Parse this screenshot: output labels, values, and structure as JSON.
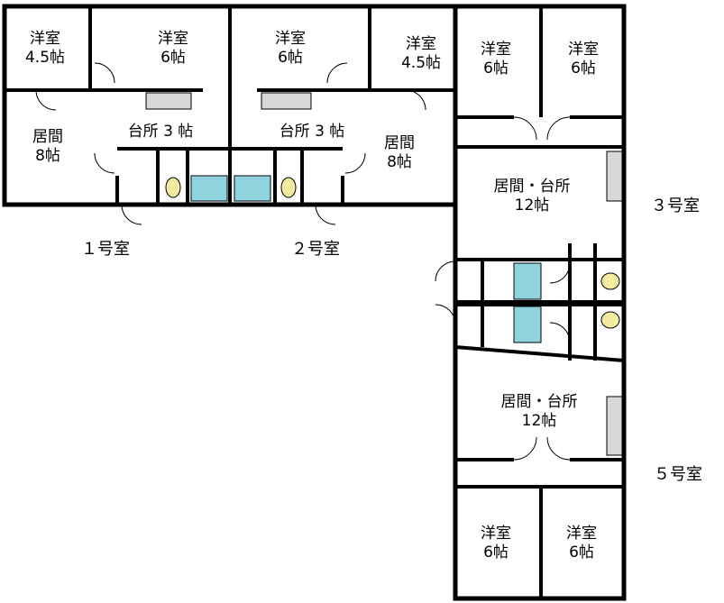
{
  "units": [
    {
      "id": "unit1",
      "label": "１号室"
    },
    {
      "id": "unit2",
      "label": "２号室"
    },
    {
      "id": "unit3",
      "label": "３号室"
    },
    {
      "id": "unit5",
      "label": "５号室"
    }
  ],
  "rooms": [
    {
      "name": "洋室",
      "size": "4.5帖"
    },
    {
      "name": "洋室",
      "size": "6帖"
    },
    {
      "name": "洋室",
      "size": "6帖"
    },
    {
      "name": "洋室",
      "size": "4.5帖"
    },
    {
      "name": "洋室",
      "size": "6帖"
    },
    {
      "name": "洋室",
      "size": "6帖"
    },
    {
      "name": "居間",
      "size": "8帖"
    },
    {
      "name": "台所 3 帖",
      "size": ""
    },
    {
      "name": "台所 3 帖",
      "size": ""
    },
    {
      "name": "居間",
      "size": "8帖"
    },
    {
      "name": "居間・台所",
      "size": "12帖"
    },
    {
      "name": "居間・台所",
      "size": "12帖"
    },
    {
      "name": "洋室",
      "size": "6帖"
    },
    {
      "name": "洋室",
      "size": "6帖"
    }
  ],
  "colors": {
    "wall": "#000000",
    "bath": "#8fd3df",
    "toilet": "#f3eba0",
    "counter": "#d8d8d8"
  }
}
